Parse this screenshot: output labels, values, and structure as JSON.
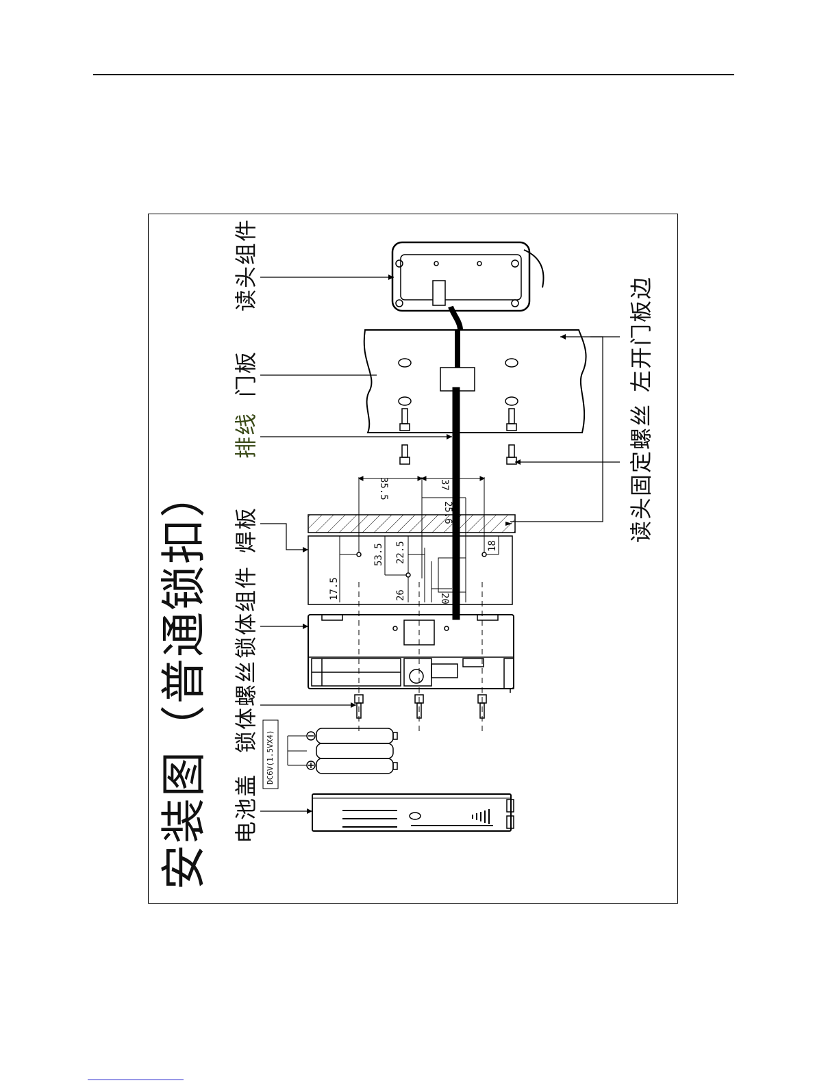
{
  "title": "安装图（普通锁扣）",
  "labels": {
    "battery_cover": "电池盖",
    "lock_body_screws": "锁体螺丝",
    "lock_body_assembly": "锁体组件",
    "weld_plate": "焊板",
    "ribbon_cable": "排线",
    "door_panel": "门板",
    "reader_assembly": "读头组件",
    "reader_fixing_screws": "读头固定螺丝",
    "left_open_door_edge": "左开门板边"
  },
  "battery_spec": "DC6V(1.5VX4)",
  "dimensions": {
    "d_35_5": "35.5",
    "d_37": "37",
    "d_25_6": "25.6",
    "d_17_5": "17.5",
    "d_53_5": "53.5",
    "d_22_5": "22.5",
    "d_26": "26",
    "d_20": "20",
    "d_18": "18"
  }
}
